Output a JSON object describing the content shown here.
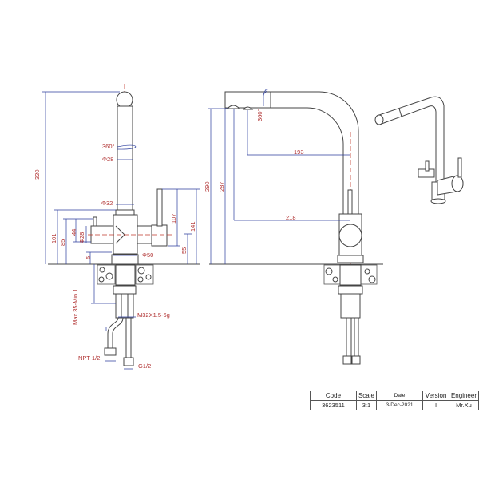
{
  "left_view": {
    "dims": {
      "height_total": "320",
      "rotation": "360°",
      "spout_dia": "Φ28",
      "column_dia": "Φ32",
      "h101": "101",
      "h85": "85",
      "h44": "44",
      "handle_dia": "Φ28",
      "h5": "5",
      "base_dia": "Φ50",
      "h107": "107",
      "h141": "141",
      "h55": "55",
      "deck": "Max 35-Min 1",
      "thread": "M32X1.5-6g",
      "npt": "NPT 1/2",
      "g": "G1/2"
    }
  },
  "side_view": {
    "dims": {
      "h290": "290",
      "h287": "287",
      "reach193": "193",
      "reach218": "218",
      "rotation": "360°"
    }
  },
  "title_block": {
    "headers": [
      "Code",
      "Scale",
      "Date",
      "Version",
      "Engineer"
    ],
    "values": [
      "3623511",
      "3:1",
      "3-Dec-2021",
      "I",
      "Mr.Xu"
    ]
  },
  "colors": {
    "dimension": "#2c3e9e",
    "label": "#b03030",
    "outline": "#444444"
  }
}
